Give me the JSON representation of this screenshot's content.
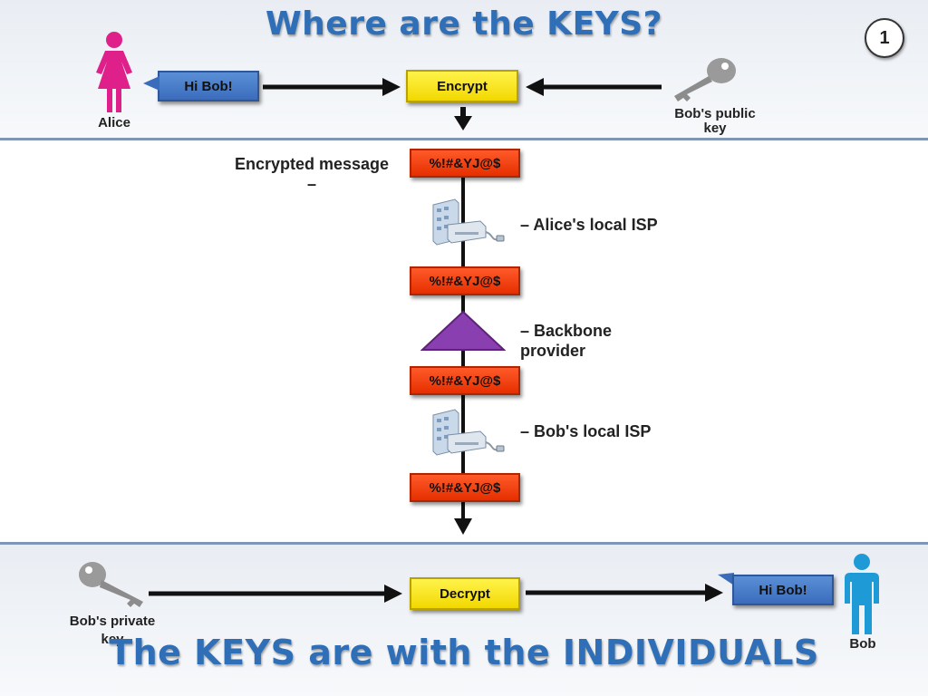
{
  "title": "Where are the KEYS?",
  "subtitle": "The KEYS are with the INDIVIDUALS",
  "slide_number": "1",
  "alice": {
    "label": "Alice",
    "message": "Hi Bob!"
  },
  "encrypt_label": "Encrypt",
  "decrypt_label": "Decrypt",
  "public_key": {
    "line1": "Bob's public",
    "line2": "key"
  },
  "private_key": {
    "line1": "Bob's private",
    "line2": "key"
  },
  "bob": {
    "label": "Bob",
    "message": "Hi Bob!"
  },
  "encrypted_message_label": {
    "line1": "Encrypted message",
    "line2": "–"
  },
  "cipher_text": "%!#&YJ@$",
  "hops": {
    "alice_isp": "– Alice's local ISP",
    "backbone": {
      "line1": "– Backbone",
      "line2": "provider"
    },
    "bob_isp": "– Bob's local ISP"
  },
  "colors": {
    "title": "#2f6fb7",
    "alice": "#e0208a",
    "bob": "#1e9ad6",
    "message_box": "#3a6cbc",
    "operation_box": "#f2d800",
    "cipher_box": "#e62f00",
    "backbone": "#8a3fb0"
  },
  "icons": [
    "female-user-icon",
    "male-user-icon",
    "public-key-icon",
    "private-key-icon",
    "server-icon",
    "backbone-triangle-icon"
  ]
}
